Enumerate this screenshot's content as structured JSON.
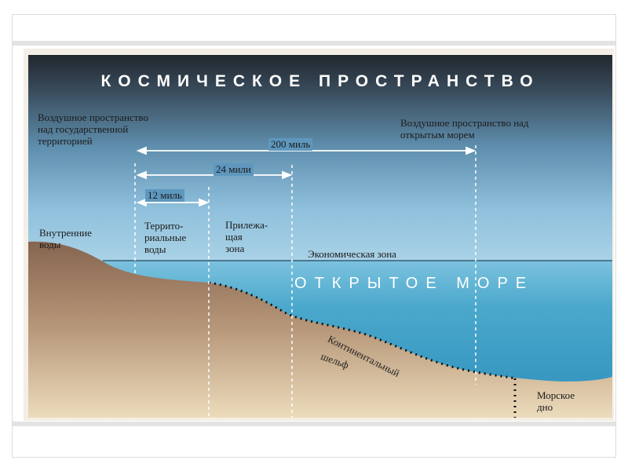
{
  "diagram": {
    "title": "КОСМИЧЕСКОЕ ПРОСТРАНСТВО",
    "open_sea_label": "ОТКРЫТОЕ МОРЕ",
    "airspace_state": "Воздушное пространство\nнад государственной\nтерриторией",
    "airspace_open_sea": "Воздушное пространство над\nоткрытым морем",
    "distance_200": "200 миль",
    "distance_24": "24 мили",
    "distance_12": "12 миль",
    "zones": {
      "internal_waters": "Внутренние\nводы",
      "territorial_waters": "Террито-\nриальные\nводы",
      "contiguous_zone": "Прилежа-\nщая\nзона",
      "economic_zone": "Экономическая зона"
    },
    "shelf_line1": "Континентальный",
    "shelf_line2": "шельф",
    "seabed": "Морское\nдно"
  },
  "colors": {
    "sky_top": "#21272e",
    "sky_mid": "#4f7f9f",
    "sky_low": "#8fc0dc",
    "sea": "#4aa8cc",
    "land_top": "#8a6b55",
    "land_bottom": "#e9d8b8"
  }
}
